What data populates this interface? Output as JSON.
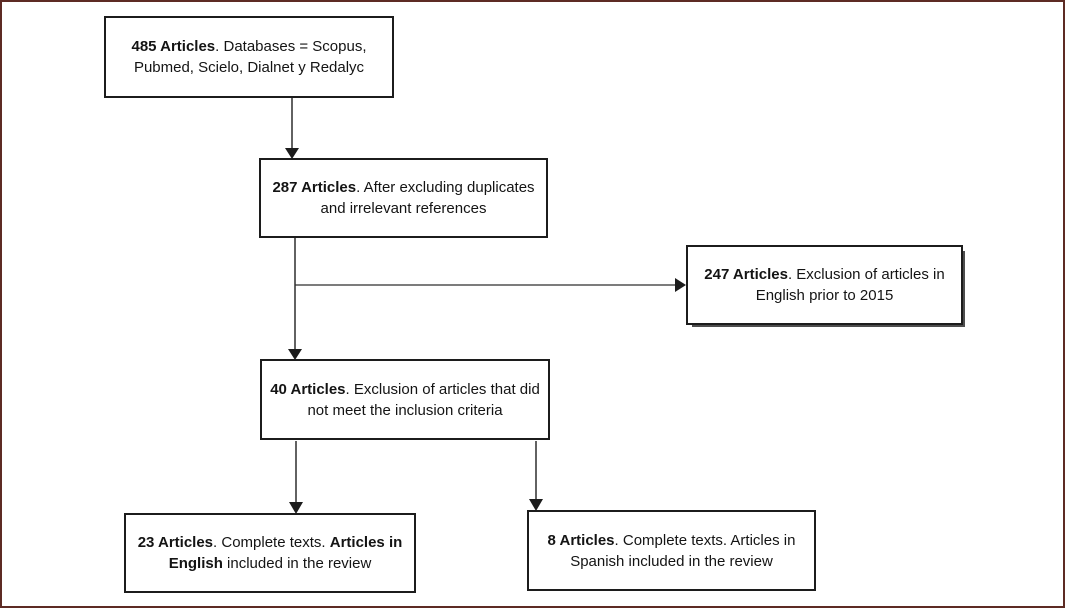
{
  "page": {
    "background_color": "#ffffff",
    "frame_border_color": "#5d2b24",
    "box_border_color": "#1c1c1c",
    "arrow_color": "#2e2e2e"
  },
  "flowchart": {
    "type": "article-screening-flow",
    "nodes": [
      {
        "id": "485",
        "segments": [
          {
            "text": "485 Articles",
            "bold": true
          },
          {
            "text": ". Databases = Scopus, Pubmed, Scielo, Dialnet y Redalyc",
            "bold": false
          }
        ]
      },
      {
        "id": "287",
        "segments": [
          {
            "text": "287 Articles",
            "bold": true
          },
          {
            "text": ". After excluding duplicates and irrelevant references",
            "bold": false
          }
        ]
      },
      {
        "id": "247",
        "segments": [
          {
            "text": "247 Articles",
            "bold": true
          },
          {
            "text": ". Exclusion of articles in English prior to 2015",
            "bold": false
          }
        ]
      },
      {
        "id": "40",
        "segments": [
          {
            "text": "40 Articles",
            "bold": true
          },
          {
            "text": ". Exclusion of articles that did not meet the inclusion criteria",
            "bold": false
          }
        ]
      },
      {
        "id": "23",
        "segments": [
          {
            "text": "23 Articles",
            "bold": true
          },
          {
            "text": ". Complete texts. ",
            "bold": false
          },
          {
            "text": "Articles in English",
            "bold": true
          },
          {
            "text": " included in the review",
            "bold": false
          }
        ]
      },
      {
        "id": "8",
        "segments": [
          {
            "text": "8 Articles",
            "bold": true
          },
          {
            "text": ". Complete texts. Articles in Spanish included in the review",
            "bold": false
          }
        ]
      }
    ],
    "edges": [
      {
        "from": "485",
        "to": "287"
      },
      {
        "from": "287",
        "to": "247"
      },
      {
        "from": "287",
        "to": "40"
      },
      {
        "from": "40",
        "to": "23"
      },
      {
        "from": "40",
        "to": "8"
      }
    ]
  }
}
